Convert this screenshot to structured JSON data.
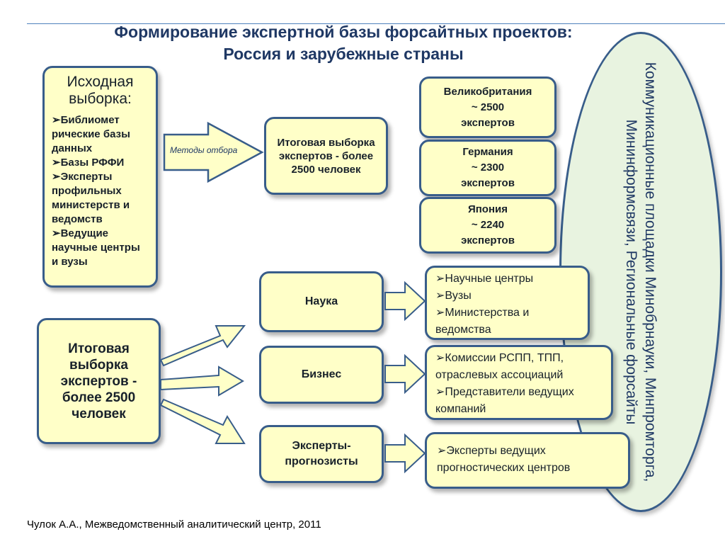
{
  "title": {
    "line1": "Формирование экспертной базы форсайтных проектов:",
    "line2": "Россия и зарубежные страны"
  },
  "source_box": {
    "heading": "Исходная выборка:",
    "items": [
      "Библиомет рические базы данных",
      "Базы РФФИ",
      "Эксперты профильных министерств и ведомств",
      "Ведущие научные центры и вузы"
    ]
  },
  "arrow_label": "Методы отбора",
  "result_top": {
    "text": "Итоговая выборка экспертов - более 2500 человек"
  },
  "countries": [
    {
      "name": "Великобритания",
      "count": "~ 2500",
      "unit": "экспертов"
    },
    {
      "name": "Германия",
      "count": "~ 2300",
      "unit": "экспертов"
    },
    {
      "name": "Япония",
      "count": "~ 2240",
      "unit": "экспертов"
    }
  ],
  "result_main": {
    "text": "Итоговая выборка экспертов - более 2500 человек"
  },
  "categories": [
    {
      "label": "Наука",
      "items": [
        "Научные центры",
        "Вузы",
        "Министерства и ведомства"
      ]
    },
    {
      "label": "Бизнес",
      "items": [
        "Комиссии РСПП, ТПП, отраслевых ассоциаций",
        "Представители ведущих компаний"
      ]
    },
    {
      "label": "Эксперты-прогнозисты",
      "items": [
        "Эксперты ведущих прогностических центров"
      ]
    }
  ],
  "ellipse": {
    "text": "Коммуникационные площадки Минобрнауки, Минпромторга, A Мининформсвязи, Региональные форсайты"
  },
  "bullet": "➢",
  "footer": "Чулок А.А., Межведомственный аналитический центр, 2011",
  "colors": {
    "box_fill": "#ffffc8",
    "box_border": "#385d8a",
    "title": "#1f3864",
    "ellipse_fill": "#e8f3e0"
  }
}
